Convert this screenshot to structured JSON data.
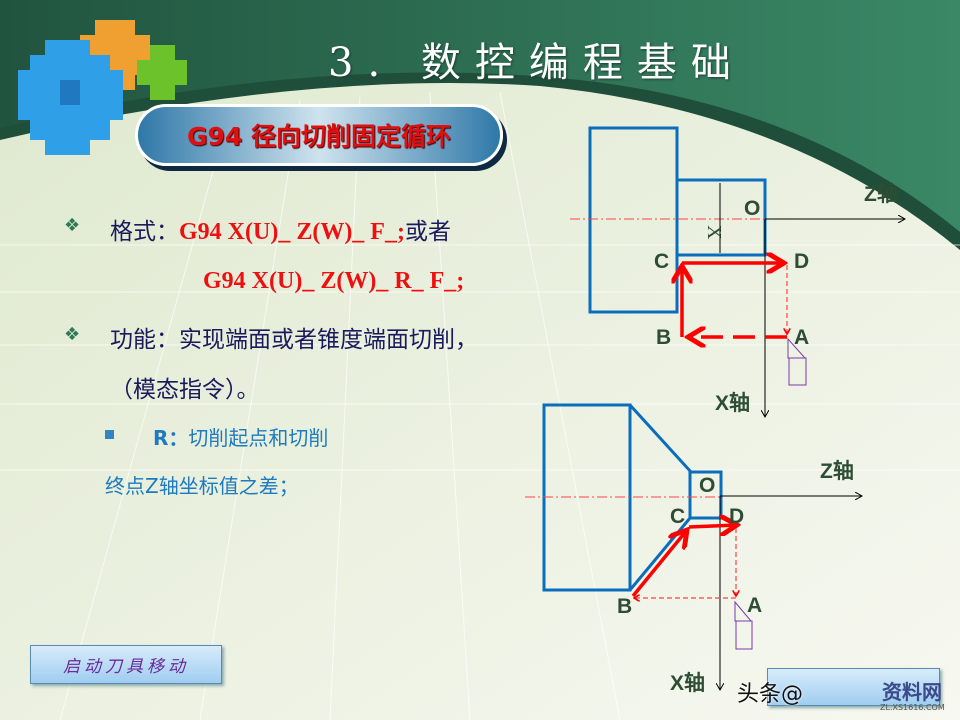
{
  "slide": {
    "title": "3. 数控编程基础",
    "banner": "G94  径向切削固定循环",
    "format_label": "格式：",
    "format_code_1": "G94  X(U)_  Z(W)_  F_;",
    "format_or": "或者",
    "format_code_2": "G94  X(U)_  Z(W)_  R_  F_;",
    "function_line_1": "功能：实现端面或者锥度端面切削，",
    "function_line_2": "（模态指令）。",
    "r_label": "R：",
    "r_desc_1": "切削起点和切削",
    "r_desc_2": "终点Z轴坐标值之差；",
    "button_start": "启动刀具移动",
    "colors": {
      "accent_red": "#ee1010",
      "navy_text": "#1a1a5c",
      "blue_text": "#1e7bbf",
      "part_outline": "#0a6ebd",
      "header_green": "#2c6e52"
    }
  },
  "diagram_top": {
    "labels": {
      "O": "O",
      "C": "C",
      "D": "D",
      "B": "B",
      "A": "A",
      "z_axis": "Z轴",
      "x_axis": "X轴",
      "dim": "X"
    }
  },
  "diagram_bottom": {
    "labels": {
      "O": "O",
      "C": "C",
      "D": "D",
      "B": "B",
      "A": "A",
      "z_axis": "Z轴",
      "x_axis": "X轴"
    }
  },
  "watermark": {
    "text": "头条@",
    "logo_text": "资料网",
    "logo_url_text": "ZL.XS1616.COM"
  }
}
